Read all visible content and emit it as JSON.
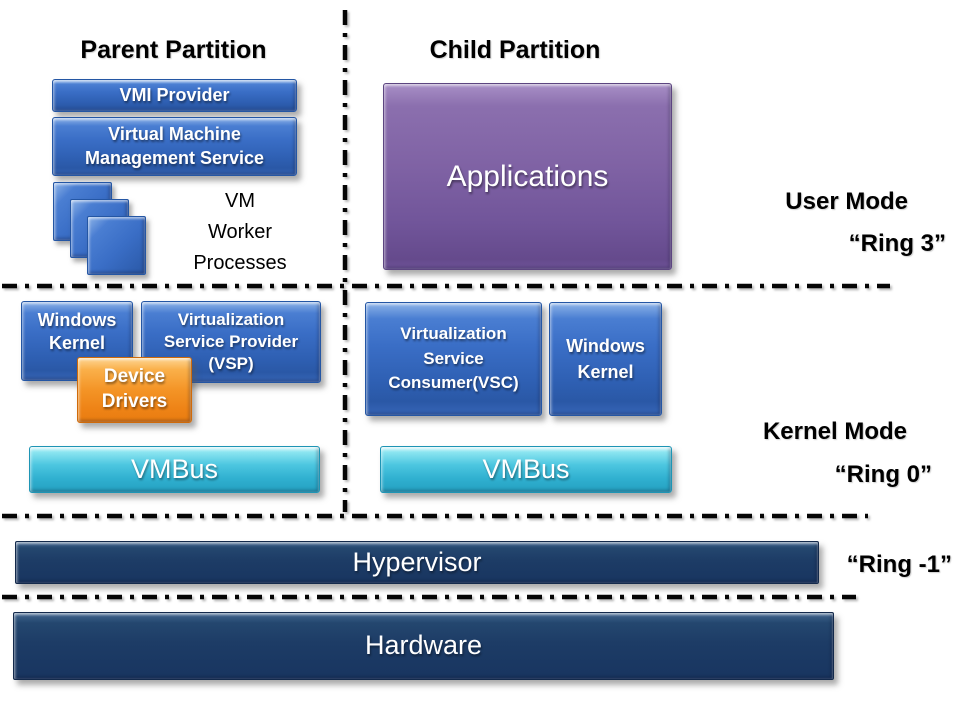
{
  "headings": {
    "parent": "Parent Partition",
    "child": "Child Partition"
  },
  "parent": {
    "vmi_provider": "VMI Provider",
    "vmms": [
      "Virtual Machine",
      "Management Service"
    ],
    "vm_worker": [
      "VM",
      "Worker",
      "Processes"
    ],
    "windows_kernel": [
      "Windows",
      "Kernel"
    ],
    "vsp": [
      "Virtualization",
      "Service Provider",
      "(VSP)"
    ],
    "device_drivers": [
      "Device",
      "Drivers"
    ],
    "vmbus": "VMBus"
  },
  "child": {
    "applications": "Applications",
    "vsc": [
      "Virtualization",
      "Service",
      "Consumer(VSC)"
    ],
    "windows_kernel": [
      "Windows",
      "Kernel"
    ],
    "vmbus": "VMBus"
  },
  "modes": {
    "user_mode": "User Mode",
    "ring3": "“Ring 3”",
    "kernel_mode": "Kernel Mode",
    "ring0": "“Ring 0”",
    "ring_minus_1": "“Ring -1”"
  },
  "layers": {
    "hypervisor": "Hypervisor",
    "hardware": "Hardware"
  },
  "colors": {
    "box_blue": "#3a6ec6",
    "box_purple": "#7a5ba0",
    "box_cyan": "#3cbcda",
    "box_orange": "#f18a1d",
    "box_navy": "#1b3a64",
    "divider": "#050505",
    "text_light": "#ffffff",
    "text_dark": "#000000"
  }
}
